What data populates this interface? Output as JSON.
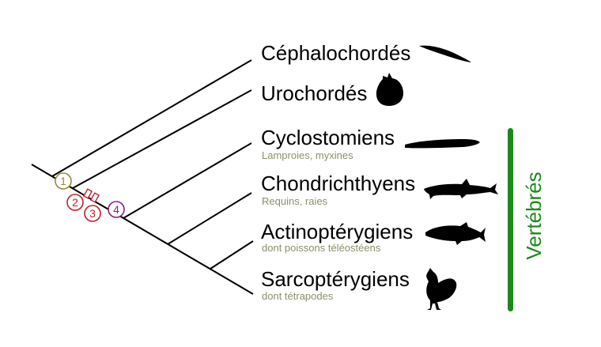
{
  "taxa": [
    {
      "name": "Céphalochordés",
      "detail": ""
    },
    {
      "name": "Urochordés",
      "detail": ""
    },
    {
      "name": "Cyclostomiens",
      "detail": "Lamproies, myxines"
    },
    {
      "name": "Chondrichthyens",
      "detail": "Requins, raies"
    },
    {
      "name": "Actinoptérygiens",
      "detail": "dont poissons téléostéens"
    },
    {
      "name": "Sarcoptérygiens",
      "detail": "dont tétrapodes"
    }
  ],
  "nodes": [
    {
      "label": "1",
      "color": "#9b8a3a"
    },
    {
      "label": "2",
      "color": "#c0202a"
    },
    {
      "label": "3",
      "color": "#c0202a"
    },
    {
      "label": "4",
      "color": "#8a1a8a"
    }
  ],
  "group": {
    "label": "Vertébrés",
    "color": "#1a8a1a"
  },
  "silhouette_icons": [
    "amphioxus-icon",
    "tunicate-icon",
    "lamprey-icon",
    "shark-icon",
    "bony-fish-icon",
    "chicken-icon"
  ],
  "text_color_secondary": "#8c8f6a"
}
